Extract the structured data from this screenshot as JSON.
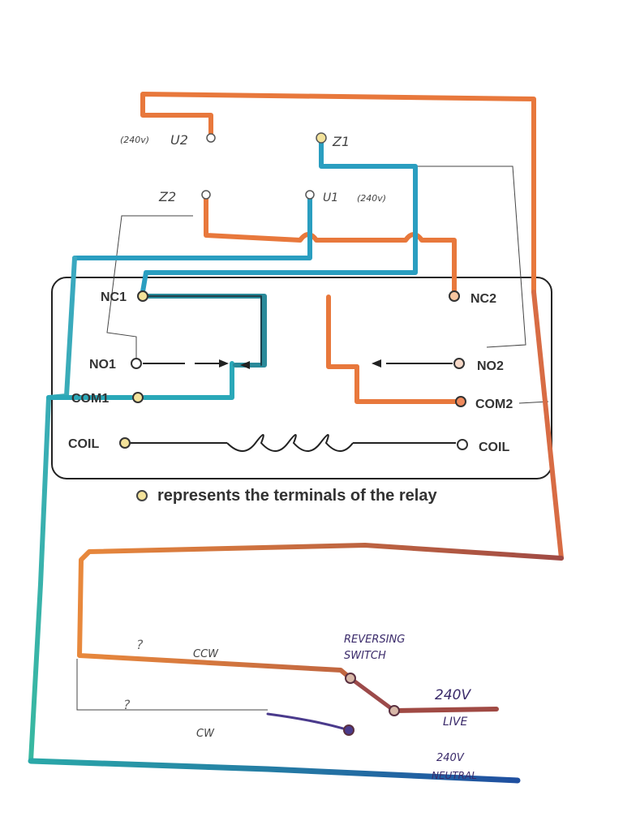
{
  "motor_labels": {
    "u2": "U2",
    "u2_note": "(240v)",
    "z1": "Z1",
    "z2": "Z2",
    "u1": "U1",
    "u1_note": "(240v)"
  },
  "relay": {
    "nc1": "NC1",
    "no1": "NO1",
    "com1": "COM1",
    "coil_left": "COIL",
    "nc2": "NC2",
    "no2": "NO2",
    "com2": "COM2",
    "coil_right": "COIL"
  },
  "legend": {
    "text": "represents the terminals of the relay"
  },
  "switch_labels": {
    "title_line1": "REVERSING",
    "title_line2": "SWITCH",
    "ccw": "CCW",
    "cw": "CW",
    "question_top": "?",
    "question_bottom": "?",
    "live_voltage": "240V",
    "live": "LIVE",
    "neutral_voltage": "240V",
    "neutral": "NEUTRAL"
  },
  "colors": {
    "orange": "#e8783c",
    "teal": "#2aa8b8",
    "blue": "#2468a8",
    "maroon": "#9c4a4a",
    "purple": "#4a3a8c",
    "pen": "#333333",
    "terminal_fill": "#f3e29a"
  }
}
